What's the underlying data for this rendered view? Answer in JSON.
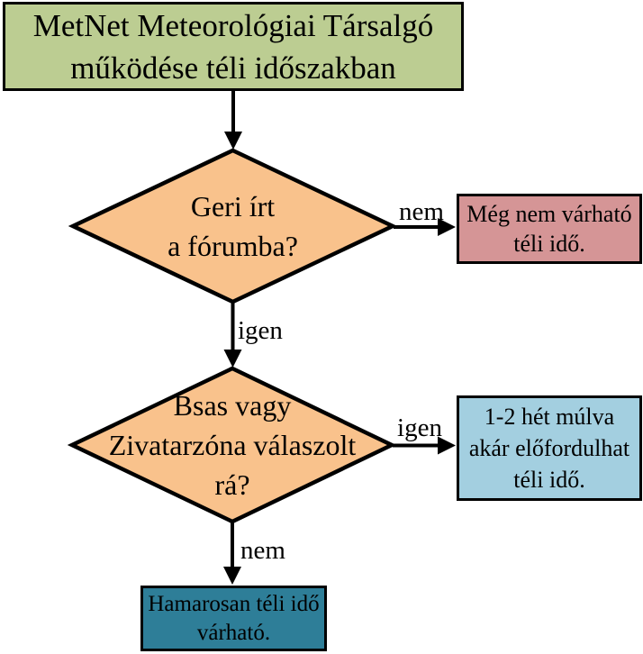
{
  "colors": {
    "green": "#bccd92",
    "orange": "#f9c28c",
    "pink": "#d59596",
    "blue": "#a3cfe0",
    "teal": "#2e7e98",
    "stroke": "#000000"
  },
  "nodes": {
    "title": {
      "lines": [
        "MetNet Meteorológiai Társalgó",
        "működése téli időszakban"
      ]
    },
    "decision1": {
      "lines": [
        "Geri írt",
        "a fórumba?"
      ]
    },
    "outcome_no1": {
      "lines": [
        "Még nem várható",
        "téli idő."
      ]
    },
    "decision2": {
      "lines": [
        "Bsas vagy",
        "Zivatarzóna válaszolt",
        "rá?"
      ]
    },
    "outcome_yes2": {
      "lines": [
        "1-2 hét múlva",
        "akár előfordulhat",
        "téli idő."
      ]
    },
    "outcome_no2": {
      "lines": [
        "Hamarosan téli idő",
        "várható."
      ]
    }
  },
  "edges": {
    "decision1_no": "nem",
    "decision1_yes": "igen",
    "decision2_yes": "igen",
    "decision2_no": "nem"
  }
}
